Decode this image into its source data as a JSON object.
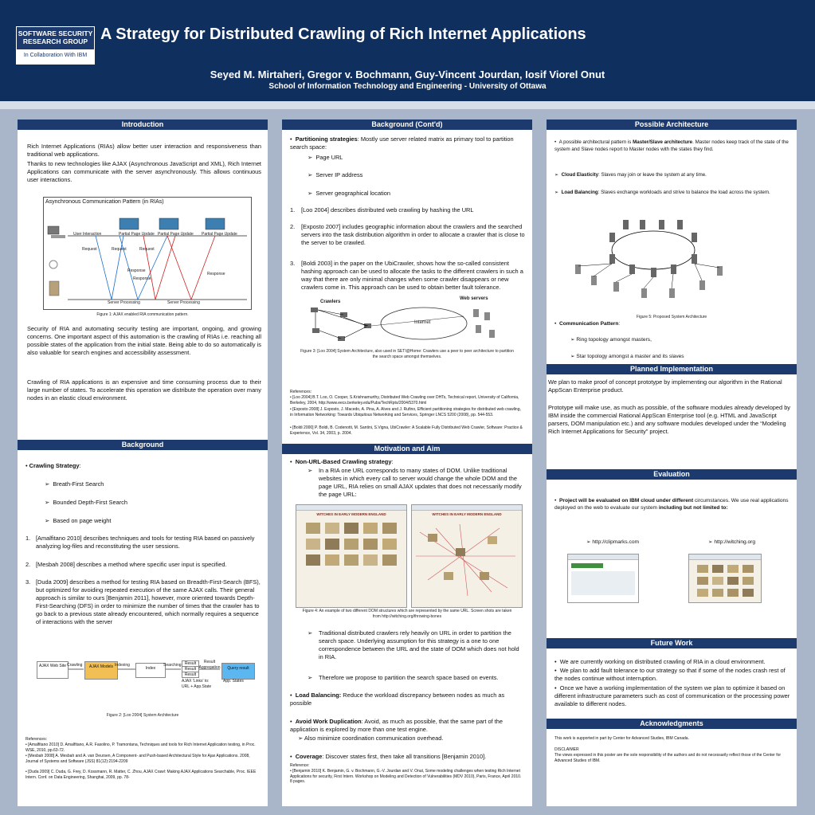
{
  "header": {
    "logo_line1": "SOFTWARE SECURITY RESEARCH GROUP",
    "logo_line2": "In Collaboration With IBM",
    "title": "A Strategy for Distributed Crawling of Rich Internet Applications",
    "authors": "Seyed M. Mirtaheri, Gregor v. Bochmann, Guy-Vincent Jourdan, Iosif Viorel Onut",
    "affiliation": "School of Information Technology and Engineering  - University of Ottawa"
  },
  "intro": {
    "heading": "Introduction",
    "p1": "Rich Internet Applications (RIAs) allow better user interaction and responsiveness than traditional web applications.",
    "p2": "Thanks to new technologies like AJAX (Asynchronous JavaScript and XML), Rich Internet Applications can communicate with the server asynchronously. This allows continuous user interactions.",
    "fig_title": "Asynchronous Communication Pattern (in RIAs)",
    "fig_labels": [
      "User Interaction",
      "Partial Page Update",
      "Partial Page Update",
      "Partial Page Update",
      "Request",
      "Request",
      "Request",
      "Response",
      "Response",
      "Response",
      "Server Processing",
      "Server Processing"
    ],
    "fig_caption": "Figure 1: AJAX enabled RIA communication pattern.",
    "p3": "Security of RIA and automating security testing are important, ongoing, and growing concerns. One important aspect of this automation is the crawling of RIAs i.e. reaching all possible states of the application from the initial state. Being able to do so automatically is also valuable for search engines and accessibility assessment.",
    "p4": "Crawling of RIA applications is an expensive and time consuming process due to their large number of states. To accelerate this operation we distribute the operation over many nodes in an elastic cloud environment."
  },
  "background": {
    "heading": "Background",
    "bullet_label": "Crawling Strategy",
    "bullet_suffix": ":",
    "sub": [
      "Breath-First Search",
      "Bounded Depth-First Search",
      "Based on page weight"
    ],
    "items": [
      "[Amalfitano 2010] describes techniques and tools for testing RIA based on passively analyzing log-files and reconstituting the user sessions.",
      "[Mesbah 2008] describes a method where specific user input is specified.",
      "[Duda 2009] describes a method for testing RIA based on Breadth-First-Search (BFS), but optimized for avoiding repeated execution of the same AJAX calls. Their general approach is similar to ours [Benjamin 2011], however, more oriented towards Depth-First-Searching (DFS) in order to minimize the number of times that the crawler has to go back to a previous state already encountered, which normally requires a sequence of interactions with the server"
    ],
    "fig_labels": [
      "AJAX Web Site",
      "Crawling",
      "AJAX Models",
      "Indexing",
      "Index",
      "Searching",
      "Result",
      "Result",
      "Result",
      "Result Aggregation",
      "Query result",
      "AJAX 'Links' to: URL + App.State",
      "App. States"
    ],
    "fig_caption": "Figure 2: [Loo 2004] System Architecture",
    "refs_heading": "References:",
    "refs": [
      "[Amalfitano 2010] D. Amalfitano, A.R. Fasolino, P. Tramontana, Techniques and tools for Rich Internet Application testing, in Proc. WSE, 2010, pp.63-72.",
      "[Mesbah 2008] A. Mesbah and A. van Deursen, A Component- and Push-based Architectural Style for Ajax Applications. 2008, Journal of Systems and Software (JSS) 81(12):2194-2209",
      "[Duda 2009] C. Duda, G. Frey, D. Kossmann, R. Matter, C. Zhou, AJAX Crawl: Making AJAX Applications Searchable, Proc. IEEE Intern. Conf. on Data Engineering, Shanghai, 2009, pp. 78-"
    ]
  },
  "bg_cont": {
    "heading": "Background (Cont'd)",
    "bullet_label": "Partitioning strategies",
    "bullet_text": ": Mostly use server related matrix as primary tool to partition search space:",
    "sub": [
      "Page URL",
      "Server IP address",
      "Server geographical location"
    ],
    "items": [
      "[Loo 2004] describes distributed web crawling by hashing the URL",
      "[Exposto 2007] includes geographic information about the crawlers and the searched servers into the task distribution algorithm in order to allocate a crawler that is close to the server to be crawled.",
      "[Boldi 2003] in the paper on the UbiCrawler, shows how the so-called consistent hashing approach can be used to allocate the tasks to the different crawlers in such a way that there are only minimal changes when some crawler disappears or new crawlers come in. This approach can be used to obtain better fault tolerance."
    ],
    "fig_labels": [
      "Crawlers",
      "Web servers",
      "Internet"
    ],
    "fig_caption": "Figure 3: [Loo 2004] System Architecture, also used in SETI@Home: Crawlers use a peer to peer architecture to partition the search space amongst themselves.",
    "refs_heading": "References:",
    "refs": [
      "[Loo 2004] B.T. Loo, O. Cooper, S.Krishnamurthy, Distributed Web Crawling over DHTs, Technical report, University of California, Berkeley, 2004, http://www.eecs.berkeley.edu/Pubs/TechRpts/2004/5370.html",
      "[Exposto 2008] J. Exposto, J. Macedo, A. Pina, A. Alves and J. Rufino, Efficient partitioning strategies for distributed web crawling, in Information Networking: Towards Ubiquitous Networking and Services, Springer LNCS 5200 (2008), pp. 544-553.",
      "[Boldi 2000] P. Boldi, B. Codenotti, M. Santini, S.Vigna, UbiCrawler: A Scalable Fully Distributed Web Crawler, Software: Practice & Experience, Vol. 34, 2003, p. 2004."
    ]
  },
  "motivation": {
    "heading": "Motivation and Aim",
    "b1_label": "Non-URL-Based Crawling strategy",
    "b1_suffix": ":",
    "b1_sub": "In a RIA one URL corresponds to many states of DOM. Unlike traditional websites in which every call to server would change the whole DOM and the page URL, RIA relies on small AJAX updates that does not necessarily modify the page URL:",
    "shot_title": "WITCHES IN EARLY MODERN ENGLAND",
    "fig_caption": "Figure 4:  An example of two different DOM structures which are represented by the same URL. Screen shots  are taken from http://witching.org/throwing-bones",
    "sub2": "Traditional distributed crawlers rely heavily on URL in order to partition the search space. Underlying assumption for this strategy is a one to one correspondence between the URL and the state of DOM which does not hold in RIA.",
    "sub3": "Therefore we propose to partition the search space based on events.",
    "b2_label": "Load Balancing:",
    "b2_text": "  Reduce the workload discrepancy between nodes as much as possible",
    "b3_label": "Avoid Work Duplication",
    "b3_text": ": Avoid, as much as possible, that the same part of the application is explored by more than one test engine.",
    "b3_sub": "Also minimize coordination communication overhead.",
    "b4_label": "Coverage",
    "b4_text": ": Discover states first, then take all transitions [Benjamin 2010].",
    "refs_heading": "Reference:",
    "ref": "[Benjamin 2010] K. Benjamin, G. v. Bochmann, G.-V. Jourdan and V. Onut, Some modeling challenges when testing Rich Internet Applications for security, First Intern. Workshop on Modeling and Detection of Vulnerabilities (MDV 2010), Paris, France, April 2010. 8 pages."
  },
  "architecture": {
    "heading": "Possible Architecture",
    "b1_pre": "A possible architectural pattern is ",
    "b1_bold": "Master/Slave architecture",
    "b1_post": ". Master nodes keep track of the state of the system and Slave nodes report to Master nodes with the states they find.",
    "b2_label": "Cloud Elasticity",
    "b2_text": ": Slaves may join or leave the system at any time.",
    "b3_label": "Load Balancing",
    "b3_text": ": Slaves exchange workloads and strive to balance the load across the system.",
    "fig_caption": "Figure 5: Proposed System Architecture",
    "b4_label": "Communication Pattern",
    "b4_suffix": ":",
    "sub": [
      "Ring topology amongst masters,",
      "Star topology amongst a master and its slaves"
    ]
  },
  "planned": {
    "heading": "Planned Implementation",
    "p1": "We plan to make proof of concept prototype by implementing our algorithm in the Rational AppScan Enterprise product.",
    "p2": "Prototype will make use, as much as possible, of the software modules already developed by IBM inside the commercial Rational AppScan Enterprise tool (e.g. HTML and JavaScript parsers, DOM manipulation etc.) and any software modules developed under the “Modeling Rich Internet Applications for Security” project."
  },
  "evaluation": {
    "heading": "Evaluation",
    "b_label": "Project will be evaluated on IBM cloud  under different",
    "b_mid": " circumstances. We use real applications deployed on the web to evaluate our system ",
    "b_bold2": "including but not limited to:",
    "site1": "http://clipmarks.com",
    "site2": "http://witching.org"
  },
  "future": {
    "heading": "Future Work",
    "items": [
      "We are currently working on distributed crawling of RIA in a cloud environment.",
      "We plan to add fault tolerance to our strategy so that if some of the nodes crash rest of the nodes continue without interruption.",
      "Once we have a working implementation of the system we plan to optimize it based on different infrastructure parameters such as cost of communication or the processing power available to different nodes."
    ]
  },
  "ack": {
    "heading": "Acknowledgments",
    "p1": "This work is supported in part by Center for Advanced Studies, IBM Canada.",
    "disc_title": "DISCLAIMER",
    "disc": "The views expressed in this poster are the sole responsibility of the authors and do not necessarily reflect those of the Center for Advanced Studies of IBM."
  }
}
